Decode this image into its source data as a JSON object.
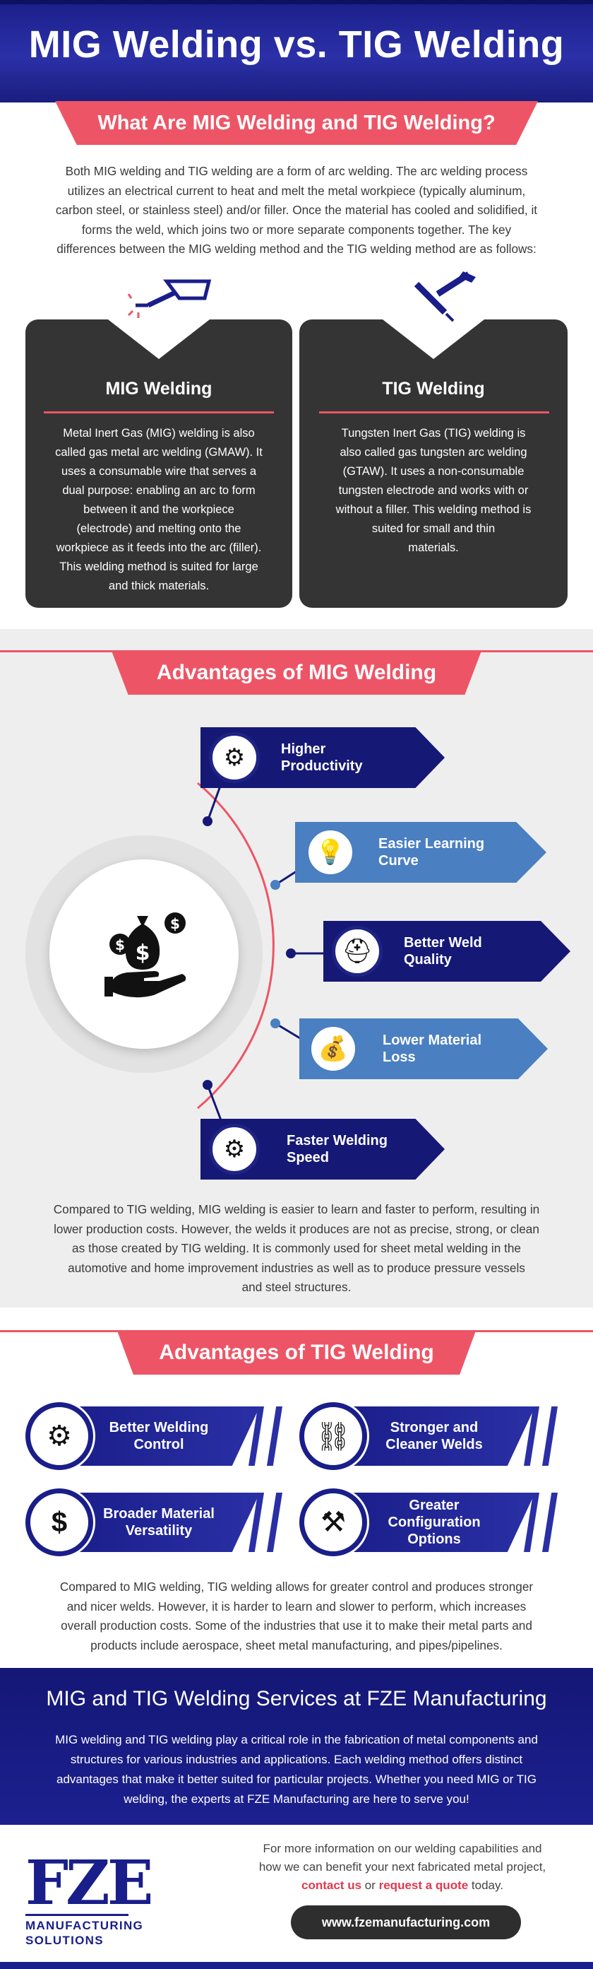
{
  "header": {
    "title": "MIG Welding vs. TIG Welding"
  },
  "intro": {
    "heading": "What Are MIG Welding and TIG Welding?",
    "lines": [
      "Both MIG welding and TIG welding are a form of arc welding. The arc welding process",
      "utilizes an electrical current to heat and melt the metal workpiece (typically aluminum,",
      "carbon steel, or stainless steel) and/or filler. Once the material has cooled and solidified, it",
      "forms the weld, which joins two or more separate components together. The key",
      "differences between the MIG welding method and the TIG welding method are as follows:"
    ]
  },
  "mig_card": {
    "icon": "mig-welding-gun-icon",
    "title": "MIG Welding",
    "lines": [
      "Metal Inert Gas (MIG) welding is also",
      "called gas metal arc welding (GMAW). It",
      "uses a consumable wire that serves a",
      "dual purpose: enabling an arc to form",
      "between it and the workpiece",
      "(electrode) and melting onto the",
      "workpiece as it feeds into the arc (filler).",
      "This welding method is suited for large",
      "and thick materials."
    ]
  },
  "tig_card": {
    "icon": "tig-welding-torch-icon",
    "title": "TIG Welding",
    "lines": [
      "Tungsten Inert Gas (TIG) welding is",
      "also called gas tungsten arc welding",
      "(GTAW). It uses a non-consumable",
      "tungsten electrode and works with or",
      "without a filler. This welding method is",
      "suited for small and thin",
      "materials."
    ]
  },
  "mig_adv": {
    "heading": "Advantages of MIG Welding",
    "center_icon": "money-bag-hand-icon",
    "items": [
      {
        "l1": "Higher",
        "l2": "Productivity",
        "icon": "gear-productivity-icon",
        "glyph": "⚙"
      },
      {
        "l1": "Easier Learning",
        "l2": "Curve",
        "icon": "lightbulb-icon",
        "glyph": "💡"
      },
      {
        "l1": "Better Weld",
        "l2": "Quality",
        "icon": "welder-mask-icon",
        "glyph": "⛑"
      },
      {
        "l1": "Lower Material",
        "l2": "Loss",
        "icon": "money-bag-icon",
        "glyph": "💰"
      },
      {
        "l1": "Faster Welding",
        "l2": "Speed",
        "icon": "gear-icon",
        "glyph": "⚙"
      }
    ],
    "lines": [
      "Compared to TIG welding, MIG welding is easier to learn and faster to perform, resulting in",
      "lower production costs. However, the welds it produces are not as precise, strong, or clean",
      "as those created by TIG welding. It is commonly used for sheet metal welding in the",
      "automotive and home improvement industries as well as to produce pressure vessels",
      "and steel structures."
    ]
  },
  "tig_adv": {
    "heading": "Advantages of TIG Welding",
    "items": [
      {
        "l1": "Better Welding",
        "l2": "Control",
        "l3": "",
        "icon": "hand-gear-control-icon",
        "glyph": "⚙"
      },
      {
        "l1": "Stronger and",
        "l2": "Cleaner Welds",
        "l3": "",
        "icon": "chain-link-icon",
        "glyph": "⛓"
      },
      {
        "l1": "Broader Material",
        "l2": "Versatility",
        "l3": "",
        "icon": "dollar-arrows-icon",
        "glyph": "$"
      },
      {
        "l1": "Greater",
        "l2": "Configuration",
        "l3": "Options",
        "icon": "tools-gear-icon",
        "glyph": "⚒"
      }
    ],
    "lines": [
      "Compared to MIG welding, TIG welding allows for greater control and produces stronger",
      "and nicer welds. However, it is harder to learn and slower to perform, which increases",
      "overall production costs. Some of the industries that use it to make their metal parts and",
      "products include aerospace, sheet metal manufacturing, and pipes/pipelines."
    ]
  },
  "services": {
    "heading": "MIG and TIG Welding Services at FZE Manufacturing",
    "lines": [
      "MIG welding and TIG welding play a critical role in the fabrication of metal components and",
      "structures for various industries and applications. Each welding method offers distinct",
      "advantages that make it better suited for particular projects. Whether you need MIG or TIG",
      "welding, the experts at FZE Manufacturing are here to serve you!"
    ]
  },
  "footer": {
    "logo_main": "FZE",
    "logo_sub1": "MANUFACTURING",
    "logo_sub2": "SOLUTIONS",
    "line1": "For more information on our welding capabilities and",
    "line2": "how we can benefit your next fabricated metal project,",
    "link1": "contact us",
    "or": " or ",
    "link2": "request a quote",
    "after": " today.",
    "url": "www.fzemanufacturing.com"
  },
  "colors": {
    "navy": "#1a1e8a",
    "accent_red": "#ed5566",
    "light_blue": "#4a7fc1",
    "card_dark": "#343434"
  }
}
